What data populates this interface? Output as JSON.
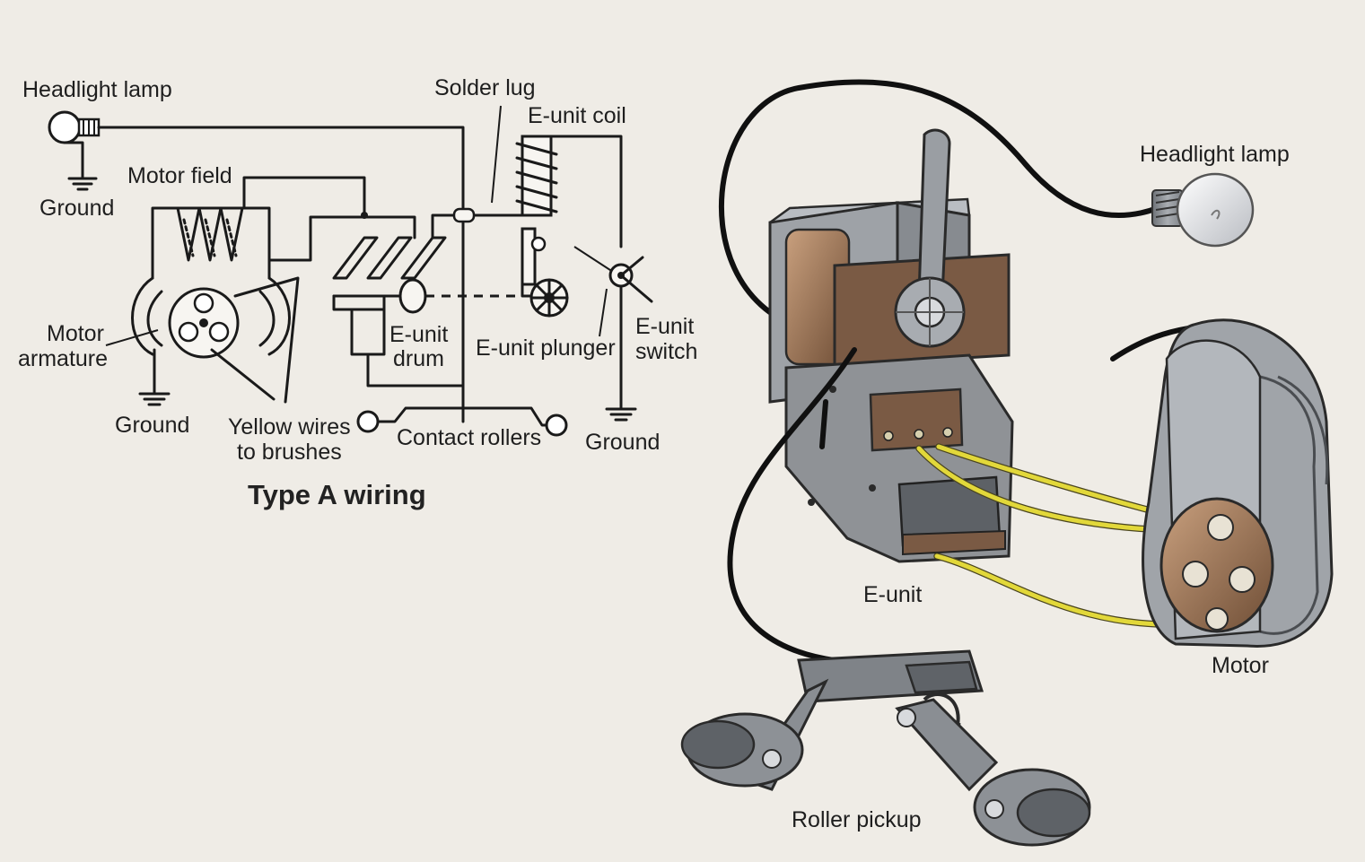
{
  "schematic": {
    "caption": "Type A wiring",
    "labels": {
      "headlight_lamp": "Headlight lamp",
      "ground_top": "Ground",
      "motor_field": "Motor field",
      "motor_armature_1": "Motor",
      "motor_armature_2": "armature",
      "ground_bottom_left": "Ground",
      "yellow_wires_1": "Yellow wires",
      "yellow_wires_2": "to brushes",
      "solder_lug": "Solder lug",
      "eunit_coil": "E-unit coil",
      "eunit_drum_1": "E-unit",
      "eunit_drum_2": "drum",
      "eunit_plunger": "E-unit plunger",
      "eunit_switch_1": "E-unit",
      "eunit_switch_2": "switch",
      "contact_rollers": "Contact rollers",
      "ground_right": "Ground"
    }
  },
  "illustration": {
    "labels": {
      "headlight_lamp": "Headlight lamp",
      "eunit": "E-unit",
      "motor": "Motor",
      "roller_pickup": "Roller pickup"
    }
  },
  "colors": {
    "background": "#efece6",
    "ink": "#1a1a1a",
    "yellow_wire": "#e2d83a",
    "metal_gray": "#8f9296",
    "copper_brown": "#7a5a44"
  }
}
